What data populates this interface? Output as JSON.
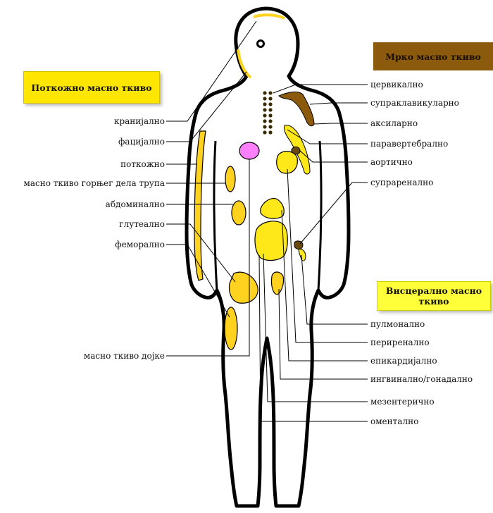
{
  "category_boxes": {
    "subcutaneous": "Поткожно масно ткиво",
    "brown": "Мрко масно ткиво",
    "visceral": "Висцерално масно ткиво"
  },
  "left_labels": [
    "кранијално",
    "фацијално",
    "поткожно",
    "масно ткиво горњег дела трупа",
    "абдоминално",
    "глутеално",
    "феморално",
    "масно ткиво дојке"
  ],
  "right_labels": [
    "цервикално",
    "супраклавикуларно",
    "аксиларно",
    "паравертебрално",
    "аортично",
    "супрареналнo",
    "пулмонално",
    "периренално",
    "епикардијално",
    "ингвинално/гонадално",
    "мезентерично",
    "оментално"
  ],
  "colors": {
    "subcutaneous_fat": "#ffd21f",
    "visceral_fat": "#ffe81a",
    "brown_fat": "#8b5a0c",
    "breast_fat": "#ff80ff",
    "outline": "#000000"
  }
}
